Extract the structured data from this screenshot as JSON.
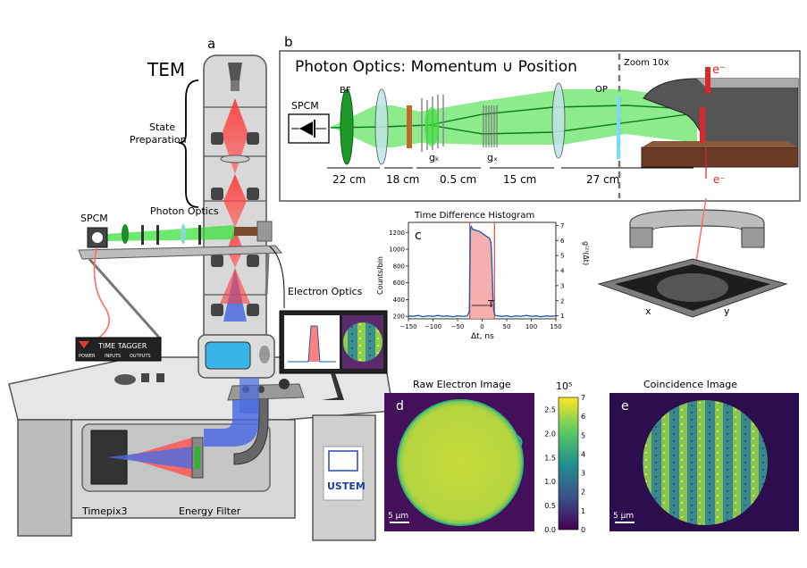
{
  "panels": {
    "a": "a",
    "b": "b",
    "c": "c",
    "d": "d",
    "e": "e"
  },
  "panel_a": {
    "tem": "TEM",
    "state_prep": [
      "State",
      "Preparation"
    ],
    "photon_optics": "Photon Optics",
    "spcm": "SPCM",
    "electron_optics": "Electron Optics",
    "time_tagger": "TIME TAGGER",
    "tt_power": "POWER",
    "tt_inputs": "INPUTS",
    "tt_outputs": "OUTPUTS",
    "timepix": "Timepix3",
    "energy_filter": "Energy Filter",
    "logo": "USTEM"
  },
  "panel_b": {
    "title": "Photon Optics: Momentum ∪ Position",
    "zoom": "Zoom 10x",
    "spcm": "SPCM",
    "bf": "BF",
    "op": "OP",
    "gk": "gₖ",
    "gx": "gₓ",
    "electron": "e⁻",
    "electron2": "e⁻",
    "distances": [
      "22 cm",
      "18 cm",
      "0.5 cm",
      "15 cm",
      "27 cm"
    ]
  },
  "panel_c": {
    "title": "Time Difference Histogram",
    "ylabel": "Counts/bin",
    "y2label": "g⁽²⁾(Δt)",
    "xlabel": "Δt, ns",
    "tau": "T"
  },
  "panel_d": {
    "title": "Raw Electron Image",
    "scale": "5 μm"
  },
  "panel_e": {
    "title": "Coincidence Image",
    "scale": "5 μm"
  },
  "colorbar": {
    "exponent": "10⁵",
    "left_ticks": [
      "0.0",
      "0.5",
      "1.0",
      "1.5",
      "2.0",
      "2.5"
    ],
    "right_ticks": [
      "0",
      "1",
      "2",
      "3",
      "4",
      "5",
      "6",
      "7"
    ]
  },
  "detector": {
    "x": "x",
    "y": "y"
  },
  "chart_data": {
    "type": "line",
    "title": "Time Difference Histogram",
    "xlabel": "Δt, ns",
    "ylabel": "Counts/bin",
    "y2label": "g⁽²⁾(Δt)",
    "xlim": [
      -150,
      150
    ],
    "ylim": [
      170,
      1320
    ],
    "y2lim": [
      0.8,
      7.2
    ],
    "xticks": [
      -150,
      -100,
      -50,
      0,
      50,
      100,
      150
    ],
    "yticks": [
      200,
      400,
      600,
      800,
      1000,
      1200
    ],
    "y2ticks": [
      1,
      2,
      3,
      4,
      5,
      6,
      7
    ],
    "window": [
      -25,
      25
    ],
    "series": [
      {
        "x": [
          -150,
          -140,
          -130,
          -120,
          -110,
          -100,
          -90,
          -80,
          -70,
          -60,
          -50,
          -40,
          -30,
          -26,
          -24,
          -22,
          -20,
          -15,
          -10,
          -5,
          0,
          5,
          10,
          15,
          18,
          20,
          22,
          24,
          26,
          30,
          40,
          50,
          60,
          70,
          80,
          90,
          100,
          110,
          120,
          130,
          140,
          150
        ],
        "y": [
          205,
          200,
          210,
          195,
          205,
          200,
          210,
          200,
          205,
          195,
          205,
          200,
          205,
          260,
          1250,
          1270,
          1240,
          1230,
          1220,
          1210,
          1190,
          1170,
          1150,
          1130,
          1080,
          800,
          400,
          260,
          215,
          205,
          200,
          205,
          195,
          205,
          200,
          210,
          200,
          205,
          195,
          205,
          200,
          205
        ]
      }
    ]
  }
}
